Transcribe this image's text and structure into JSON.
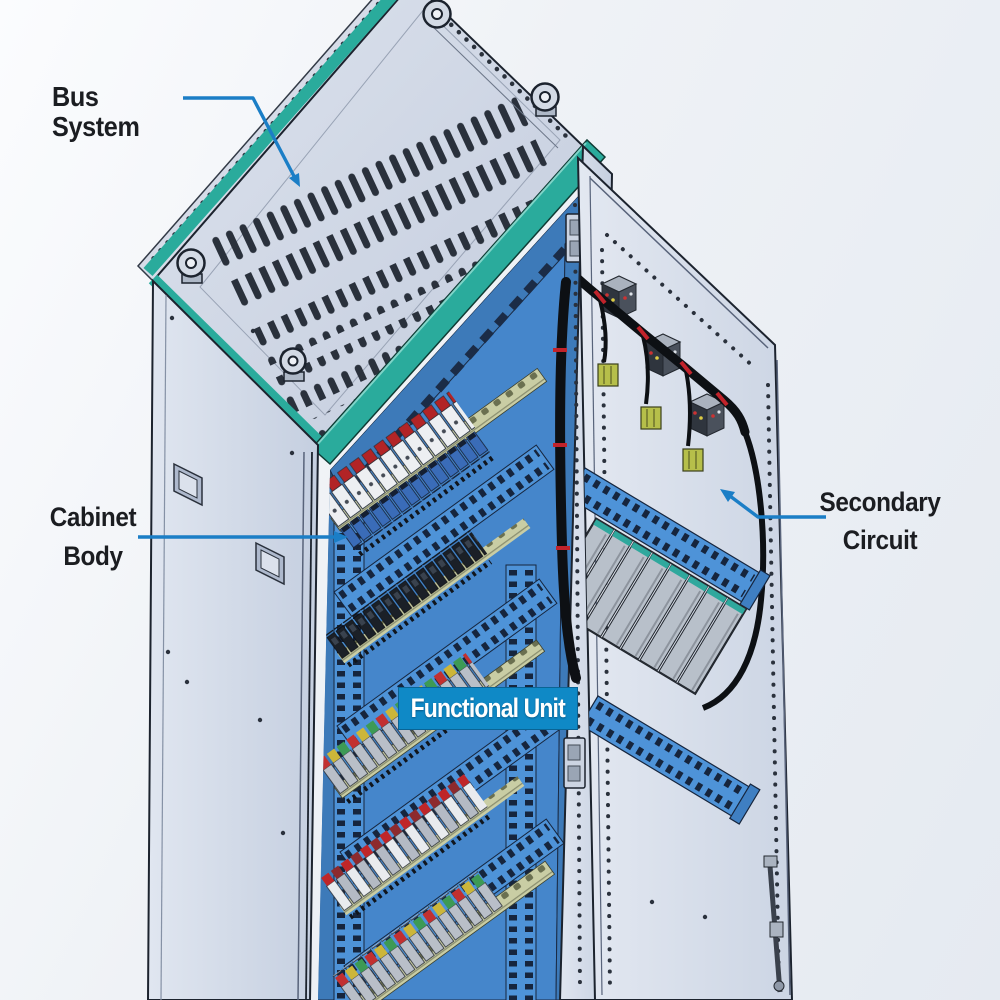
{
  "labels": {
    "bus_system": "Bus System",
    "cabinet_body": {
      "line1": "Cabinet",
      "line2": "Body"
    },
    "functional_unit": "Functional Unit",
    "secondary_circuit": {
      "line1": "Secondary",
      "line2": "Circuit"
    }
  },
  "colors": {
    "leader_line_blue": "#1b7ec6",
    "badge_blue": "#0f89c6",
    "trim_teal": "#2aab9c",
    "interior_blue": "#4586cb",
    "wire_duct_blue": "#4e93d8",
    "panel_gray": "#cdd6e5",
    "label_text": "#1b1d21",
    "badge_text": "#ffffff"
  }
}
